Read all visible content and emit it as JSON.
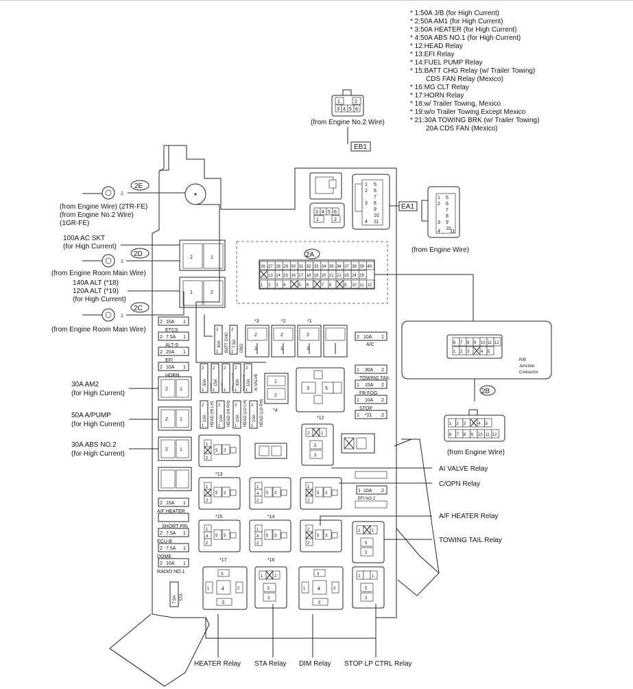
{
  "notes": [
    "* 1:50A J/B (for High Current)",
    "* 2:50A AM1 (for High Current)",
    "* 3:50A HEATER (for High Current)",
    "* 4:50A ABS NO.1 (for High Current)",
    "* 12:HEAD Relay",
    "* 13:EFI Relay",
    "* 14:FUEL PUMP Relay",
    "* 15:BATT CHG Relay (w/ Trailer Towing)",
    "CDS FAN Relay (Mexico)",
    "* 16:MG CLT Relay",
    "* 17:HORN Relay",
    "* 18:w/ Trailer Towing, Mexico",
    "* 19:w/o Trailer Towing Except Mexico",
    "* 21:30A TOWING BRK (w/ Trailer Towing)",
    "20A CDS FAN (Mexico)"
  ],
  "connectors": {
    "eb1": "EB1",
    "ea1": "EA1",
    "c2a": "2A",
    "c2b": "2B",
    "c2c": "2C",
    "c2d": "2D",
    "c2e": "2E",
    "from_engine_no2": "(from Engine No.2 Wire)",
    "from_engine_wire": "(from Engine Wire)",
    "from_engine_wire_b": "(from Engine Wire)",
    "rb_junction": [
      "R/B",
      "Junction",
      "Connector"
    ],
    "from_2e": [
      "(from Engine Wire) (2TR-FE)",
      "(from Engine No.2 Wire)",
      "(1GR-FE)"
    ],
    "from_2d": "(from Engine Room Main Wire)",
    "from_2c": "(from Engine Room Main Wire)"
  },
  "left_labels": {
    "ac_skt": [
      "100A AC SKT",
      "(for High Current)"
    ],
    "alt": [
      "140A ALT (*18)",
      "120A ALT (*19)",
      "(for High Current)"
    ],
    "am2": [
      "30A AM2",
      "(for High Current)"
    ],
    "apump": [
      "50A A/PUMP",
      "(for High Current)"
    ],
    "abs2": [
      "30A ABS NO.2",
      "(for High Current)"
    ]
  },
  "right_labels": {
    "ai_valve": "AI VALVE Relay",
    "copn": "C/OPN Relay",
    "af_heater": "A/F HEATER Relay",
    "towing_tail": "TOWING TAIL Relay"
  },
  "bottom_labels": {
    "heater": "HEATER Relay",
    "sta": "STA Relay",
    "dim": "DIM Relay",
    "stop_lp": "STOP LP CTRL Relay"
  },
  "fuses_left": [
    {
      "amp": "10A",
      "name": "ETCS"
    },
    {
      "amp": "7.5A",
      "name": "ALT-S"
    },
    {
      "amp": "20A",
      "name": "EFI"
    },
    {
      "amp": "10A",
      "name": "HORN"
    }
  ],
  "fuses_left_bottom": [
    {
      "amp": "15A",
      "name": "A/F HEATER"
    },
    {
      "amp": "",
      "name": "SHORT PIN"
    },
    {
      "amp": "7.5A",
      "name": "ECU-B"
    },
    {
      "amp": "7.5A",
      "name": "DOME"
    },
    {
      "amp": "10A",
      "name": "RADIO NO.1"
    }
  ],
  "fuses_right": [
    {
      "amp": "10A",
      "name": "A/C"
    },
    {
      "amp": "30A",
      "name": "TOWING TAIL"
    },
    {
      "amp": "15A",
      "name": "FR FOG"
    },
    {
      "amp": "10A",
      "name": "STOP"
    },
    {
      "amp": "*21",
      "name": ""
    }
  ],
  "efi_no2": {
    "amp": "10A",
    "name": "EFI NO.2"
  },
  "vertical_fuses_top": [
    {
      "amp": "30A",
      "name": "BATT CHG"
    },
    {
      "amp": "7.5A",
      "name": "OBD"
    }
  ],
  "vertical_fuses_mid": [
    {
      "amp": "30A",
      "name": "AM2"
    },
    {
      "amp": "15A",
      "name": "AM2"
    },
    {
      "amp": "",
      "name": "TRN-HAZ"
    },
    {
      "amp": "30A",
      "name": "TOWING"
    },
    {
      "amp": "10A",
      "name": "AI VALVE"
    }
  ],
  "vertical_fuses_low": [
    {
      "amp": "10A",
      "name": "HEAD (HI LH)"
    },
    {
      "amp": "10A",
      "name": "HEAD (HI RH)"
    },
    {
      "amp": "10A",
      "name": "HEAD (LO LH)"
    },
    {
      "amp": "10A",
      "name": "HEAD (LO RH)"
    }
  ],
  "sta_fuse": {
    "amp": "7.5A",
    "name": "STA"
  },
  "pin_numbers": {
    "one": "1",
    "two": "2",
    "three": "3",
    "four": "4",
    "five": "5"
  },
  "markers": {
    "m1": "*1",
    "m2": "*2",
    "m3": "*3",
    "m4": "*4",
    "m12": "*12",
    "m13": "*13",
    "m14": "*14",
    "m15": "*15",
    "m16": "*16",
    "m17": "*17"
  },
  "conn_2a_row1": [
    "26",
    "27",
    "28",
    "29",
    "30",
    "31",
    "32",
    "33",
    "34",
    "35",
    "36",
    "37",
    "38",
    "39",
    "40"
  ],
  "conn_2a_row2": [
    "",
    "13",
    "14",
    "15",
    "16",
    "17",
    "18",
    "19",
    "20",
    "21",
    "22",
    "23",
    "24",
    "25"
  ],
  "conn_2a_row3": [
    "1",
    "2",
    "3",
    "4",
    "",
    "5",
    "6",
    "",
    "7",
    "8",
    "",
    "9",
    "10",
    "11",
    "12"
  ],
  "conn_2b_row1": [
    "6",
    "7",
    "8",
    "9",
    "10",
    "11",
    "12"
  ],
  "conn_2b_row2": [
    "1",
    "2",
    "3",
    "",
    "4",
    "5"
  ],
  "conn_2b_plug_row2": [
    "6",
    "7",
    "8",
    "9",
    "10",
    "11",
    "12"
  ],
  "conn_ea1_right": [
    "1",
    "5",
    "2",
    "6",
    "7",
    "3",
    "8",
    "9",
    "10",
    "4",
    "11"
  ],
  "conn_ea1_plug": [
    "1",
    "5",
    "2",
    "6",
    "7",
    "8",
    "9",
    "3",
    "10",
    "4",
    "11"
  ],
  "conn_eb1_top": [
    "1",
    "2",
    "3",
    "4",
    "5",
    "6"
  ]
}
